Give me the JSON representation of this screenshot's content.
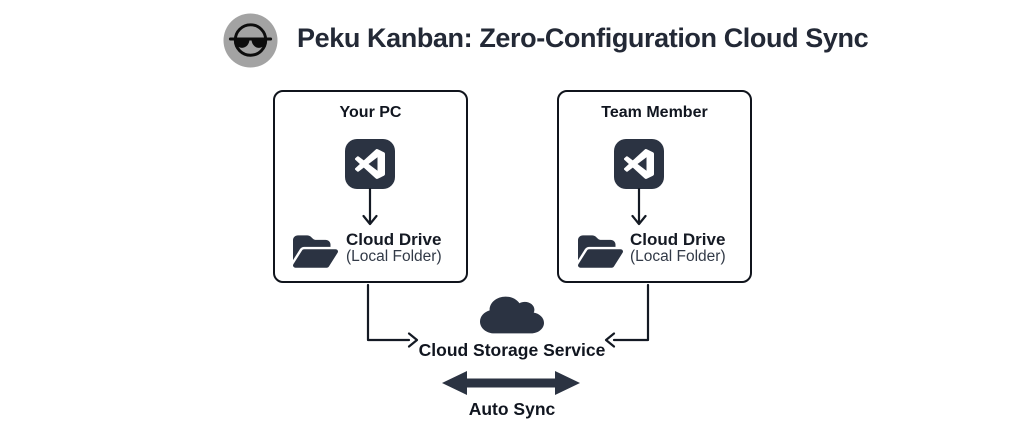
{
  "header": {
    "title": "Peku Kanban: Zero-Configuration Cloud Sync",
    "logo_icon": "sunglasses-face-icon"
  },
  "diagram": {
    "nodes": [
      {
        "title": "Your PC",
        "app_icon": "visual-studio-icon",
        "arrow_icon": "arrow-down-icon",
        "folder_icon": "open-folder-icon",
        "drive_label": "Cloud Drive",
        "drive_sublabel": "(Local Folder)"
      },
      {
        "title": "Team Member",
        "app_icon": "visual-studio-icon",
        "arrow_icon": "arrow-down-icon",
        "folder_icon": "open-folder-icon",
        "drive_label": "Cloud Drive",
        "drive_sublabel": "(Local Folder)"
      }
    ],
    "cloud": {
      "icon": "cloud-icon",
      "label": "Cloud Storage Service"
    },
    "sync": {
      "icon": "double-headed-arrow-icon",
      "label": "Auto Sync"
    },
    "colors": {
      "icon_dark": "#2b3342",
      "line_dark": "#141a24",
      "text_dark": "#10151f",
      "avatar_gray": "#a3a3a3"
    }
  }
}
